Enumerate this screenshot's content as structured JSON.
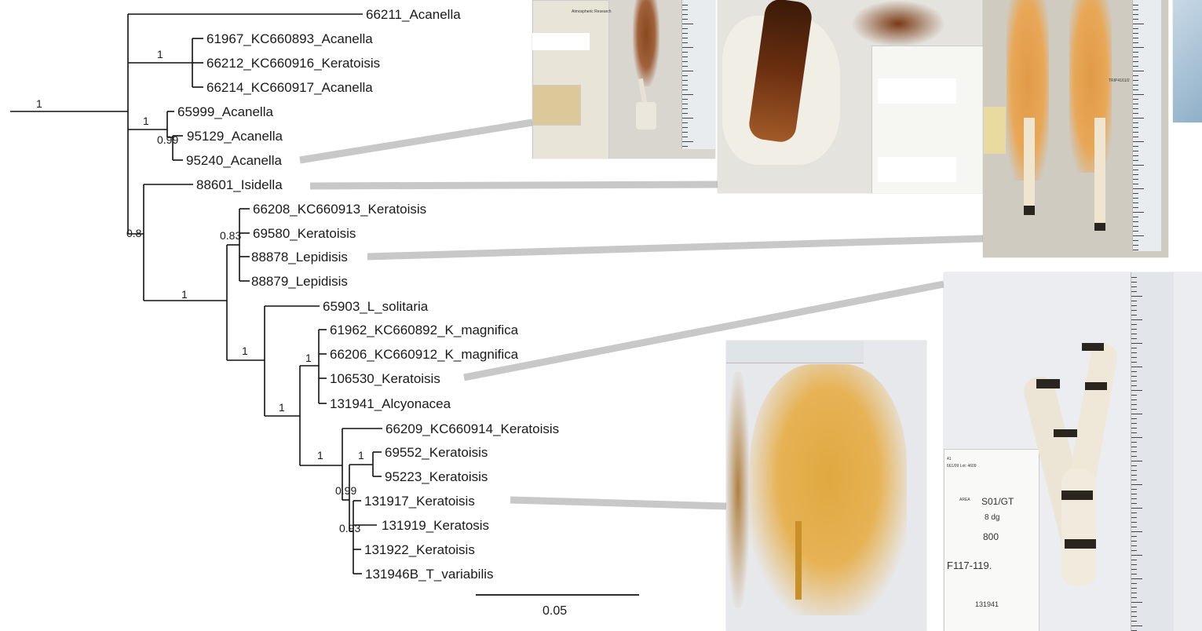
{
  "taxa": [
    "66211_Acanella",
    "61967_KC660893_Acanella",
    "66212_KC660916_Keratoisis",
    "66214_KC660917_Acanella",
    "65999_Acanella",
    "95129_Acanella",
    "95240_Acanella",
    "88601_Isidella",
    "66208_KC660913_Keratoisis",
    "69580_Keratoisis",
    "88878_Lepidisis",
    "88879_Lepidisis",
    "65903_L_solitaria",
    "61962_KC660892_K_magnifica",
    "66206_KC660912_K_magnifica",
    "106530_Keratoisis",
    "131941_Alcyonacea",
    "66209_KC660914_Keratoisis",
    "69552_Keratoisis",
    "95223_Keratoisis",
    "131917_Keratoisis",
    "131919_Keratosis",
    "131922_Keratoisis",
    "131946B_T_variabilis"
  ],
  "supports": [
    "1",
    "1",
    "1",
    "0.99",
    "0.8",
    "0.83",
    "1",
    "1",
    "1",
    "1",
    "1",
    "1",
    "0.99",
    "0.93"
  ],
  "scale_bar": {
    "label": "0.05"
  },
  "colors": {
    "branch": "#111111",
    "connector": "#c8c8c8"
  },
  "photo_labels": {
    "photo1_text": "Atmospheric Research",
    "photo3_text": "TRIP4161/2",
    "photo4_a": "41",
    "photo4_b": "661/09  Lot: 4609",
    "photo4_area": "AREA",
    "photo4_area_val": "S01/GT",
    "photo4_c": "8 dg",
    "photo4_d": "800",
    "photo4_e": "F117-119.",
    "photo4_f": "131941"
  }
}
